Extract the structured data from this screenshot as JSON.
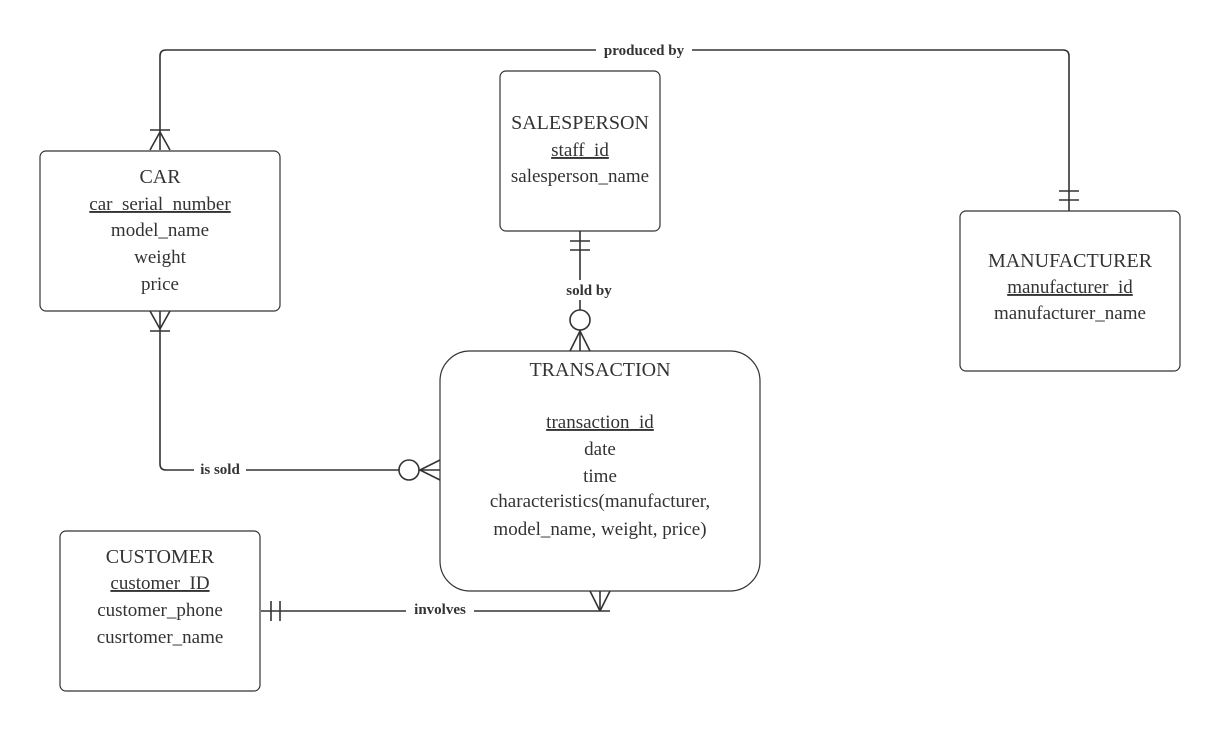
{
  "diagram": {
    "entities": {
      "car": {
        "title": "CAR",
        "key": "car_serial_number",
        "attributes": [
          "model_name",
          "weight",
          "price"
        ]
      },
      "salesperson": {
        "title": "SALESPERSON",
        "key": "staff_id",
        "attributes": [
          "salesperson_name"
        ]
      },
      "manufacturer": {
        "title": "MANUFACTURER",
        "key": "manufacturer_id",
        "attributes": [
          "manufacturer_name"
        ]
      },
      "transaction": {
        "title": "TRANSACTION",
        "key": "transaction_id",
        "attributes": [
          "date",
          "time",
          "characteristics(manufacturer,",
          "model_name, weight, price)"
        ]
      },
      "customer": {
        "title": "CUSTOMER",
        "key": "customer_ID",
        "attributes": [
          "customer_phone",
          "cusrtomer_name"
        ]
      }
    },
    "relationships": {
      "produced_by": "produced by",
      "sold_by": "sold by",
      "is_sold": "is sold",
      "involves": "involves"
    },
    "colors": {
      "stroke": "#333333",
      "text": "#333333",
      "background": "#ffffff"
    }
  }
}
